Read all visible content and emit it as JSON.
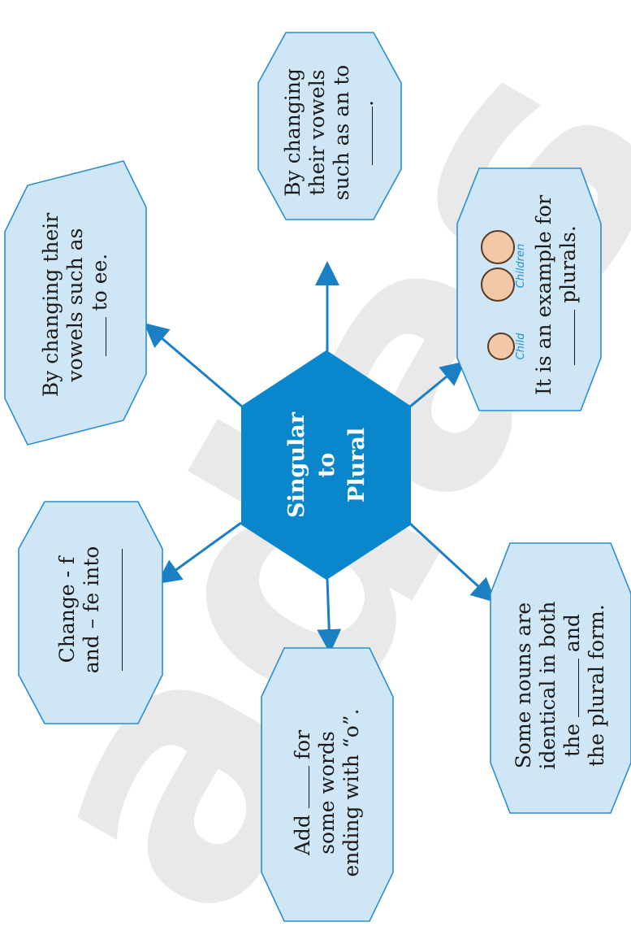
{
  "center": {
    "line1": "Singular",
    "line2": "to",
    "line3": "Plural"
  },
  "nodes": {
    "top_left": {
      "line1": "By changing their",
      "line2": "vowels such as",
      "line3": "to ee."
    },
    "top_mid": {
      "line1": "By changing",
      "line2": "their vowels",
      "line3": "such as an to",
      "line4": "."
    },
    "top_right": {
      "line1": "It is an example for",
      "line2": "plurals.",
      "art_label_1": "Child",
      "art_label_2": "Children"
    },
    "left": {
      "line1": "Change - f",
      "line2": "and – fe into"
    },
    "bottom_mid": {
      "line1_a": "Add",
      "line1_b": "for",
      "line2": "some words",
      "line3": "ending with “o”."
    },
    "bottom_right": {
      "line1": "Some nouns are",
      "line2": "identical in both",
      "line3_a": "the",
      "line3_b": "and",
      "line4": "the plural form."
    }
  },
  "colors": {
    "hex_fill": "#cfe6f6",
    "hex_stroke": "#2a8ed0",
    "center_fill": "#0a87cc",
    "arrow": "#1b7fc4"
  }
}
